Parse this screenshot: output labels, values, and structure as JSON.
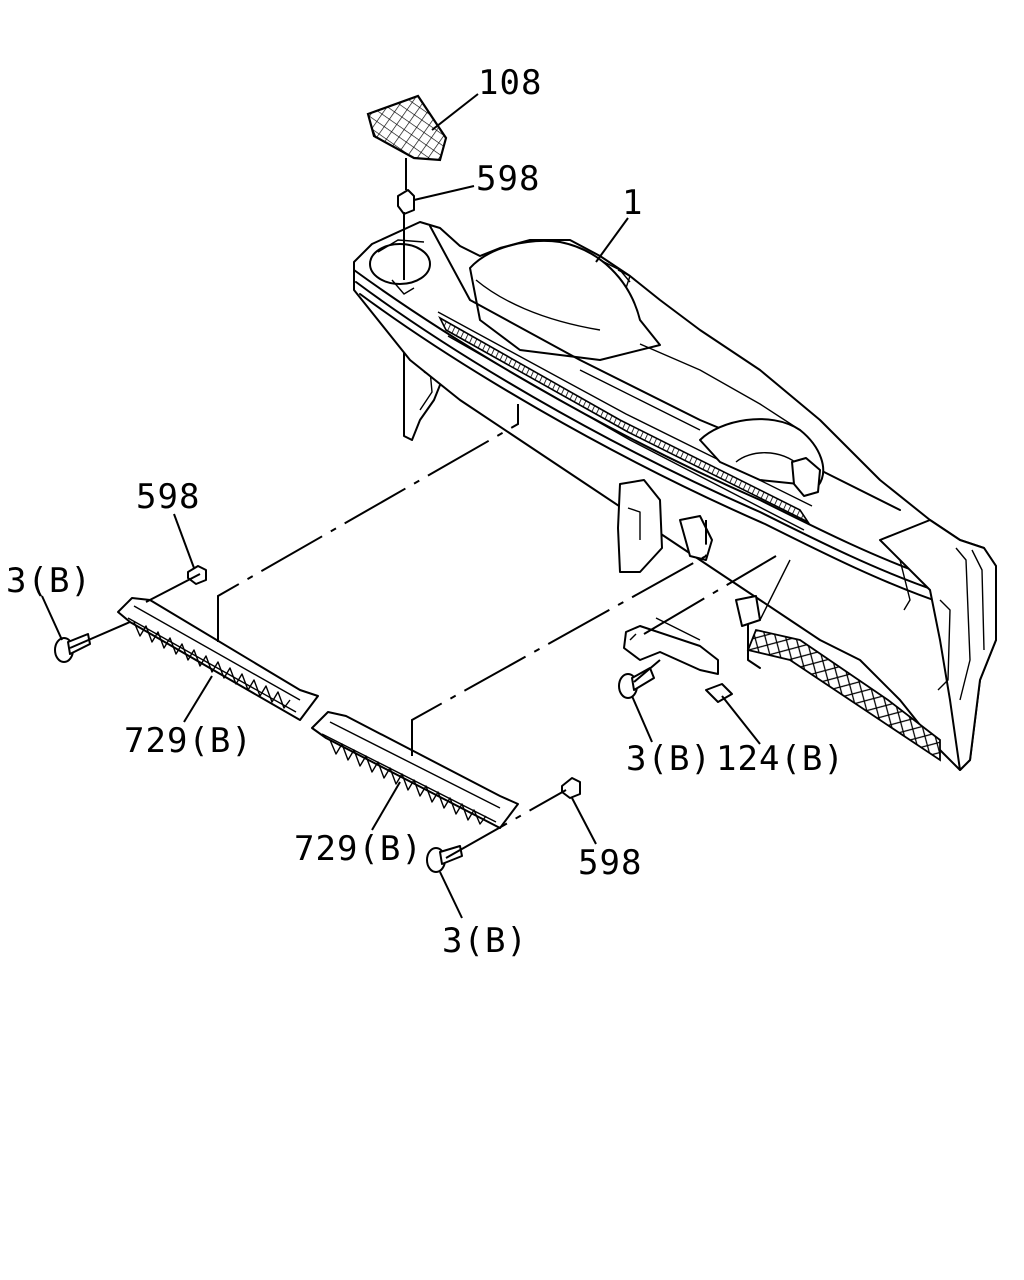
{
  "diagram": {
    "labels": {
      "lbl_108": "108",
      "lbl_598_top": "598",
      "lbl_1": "1",
      "lbl_598_left": "598",
      "lbl_3b_left": "3(B)",
      "lbl_729b_left": "729(B)",
      "lbl_729b_mid": "729(B)",
      "lbl_598_bottom": "598",
      "lbl_3b_bottom": "3(B)",
      "lbl_3b_right": "3(B)",
      "lbl_124b": "124(B)"
    }
  }
}
